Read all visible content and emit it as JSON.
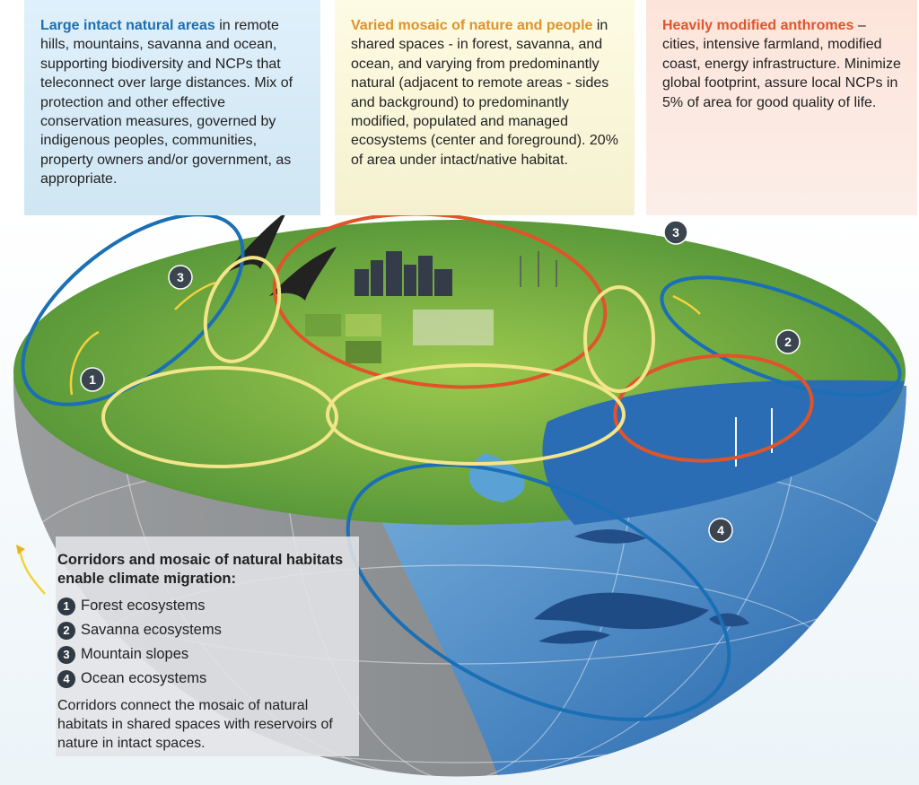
{
  "panels": [
    {
      "highlight": "Large intact natural areas",
      "highlight_color": "#1a6fb5",
      "text": " in remote hills, mountains, savanna and ocean, supporting biodiversity and NCPs that teleconnect over large distances. Mix of protection and other effective conservation measures, governed by indigenous peoples, communities, property owners and/or government, as appropriate."
    },
    {
      "highlight": "Varied mosaic of nature and people",
      "highlight_color": "#e0922a",
      "text": " in shared spaces - in forest, savanna, and ocean, and varying from predominantly natural (adjacent to remote areas - sides and background) to predominantly modified, populated and managed ecosystems (center and foreground). 20% of area under intact/native habitat."
    },
    {
      "highlight": "Heavily modified anthromes",
      "highlight_color": "#e0542a",
      "text": " – cities, intensive farmland, modified coast, energy infrastructure. Minimize global footprint, assure local NCPs in 5% of area for good quality of life."
    }
  ],
  "markers": [
    "1",
    "2",
    "3",
    "3",
    "4"
  ],
  "legend": {
    "title": "Corridors and mosaic of natural habitats enable climate migration:",
    "items": [
      {
        "num": "1",
        "label": "Forest ecosystems"
      },
      {
        "num": "2",
        "label": "Savanna ecosystems"
      },
      {
        "num": "3",
        "label": "Mountain slopes"
      },
      {
        "num": "4",
        "label": "Ocean ecosystems"
      }
    ],
    "footer": "Corridors connect the mosaic of natural habitats in shared spaces with reservoirs of nature in intact spaces."
  },
  "colors": {
    "intact": "#1a6fb5",
    "mosaic": "#f2e58a",
    "modified": "#e0542a"
  }
}
